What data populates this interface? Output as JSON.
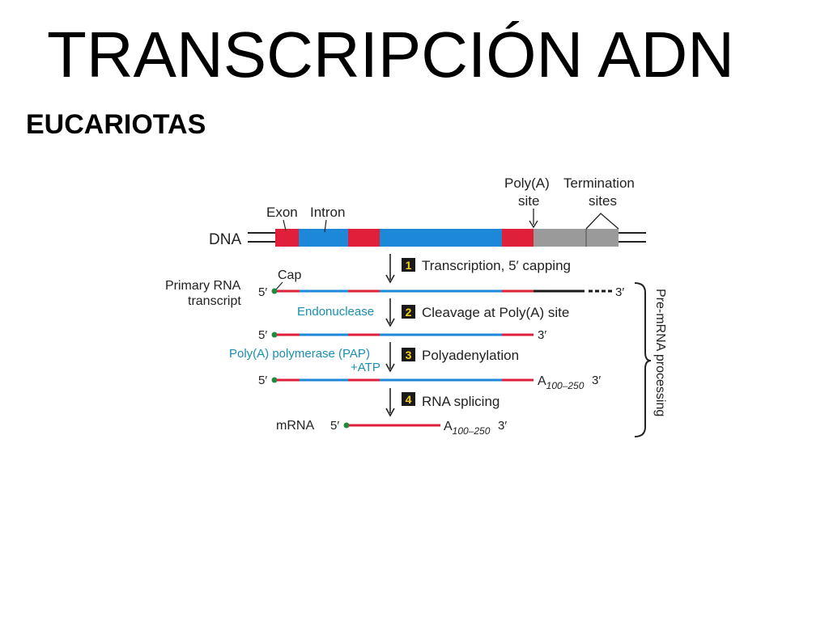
{
  "title": "TRANSCRIPCIÓN ADN",
  "subtitle": "EUCARIOTAS",
  "colors": {
    "exon": "#e0203a",
    "intron": "#1e88d8",
    "termination": "#9a9a9a",
    "black": "#1a1a1a",
    "teal": "#1a8fb0",
    "cap": "#1f8a3c",
    "stepBox": "#1a1a1a",
    "stepNum": "#f2cf1a"
  },
  "diagram": {
    "dna_label": "DNA",
    "exon_label": "Exon",
    "intron_label": "Intron",
    "polya_site_label_1": "Poly(A)",
    "polya_site_label_2": "site",
    "termination_label_1": "Termination",
    "termination_label_2": "sites",
    "primary_label_1": "Primary RNA",
    "primary_label_2": "transcript",
    "cap_label": "Cap",
    "five_prime": "5′",
    "three_prime": "3′",
    "endonuclease": "Endonuclease",
    "pap_label": "Poly(A) polymerase (PAP)",
    "atp_label": "+ATP",
    "polya_tail": "A",
    "polya_subscript": "100–250",
    "mrna_label": "mRNA",
    "processing_label": "Pre-mRNA processing",
    "steps": [
      {
        "num": "1",
        "label": "Transcription, 5′ capping"
      },
      {
        "num": "2",
        "label": "Cleavage at Poly(A) site"
      },
      {
        "num": "3",
        "label": "Polyadenylation"
      },
      {
        "num": "4",
        "label": "RNA splicing"
      }
    ]
  }
}
